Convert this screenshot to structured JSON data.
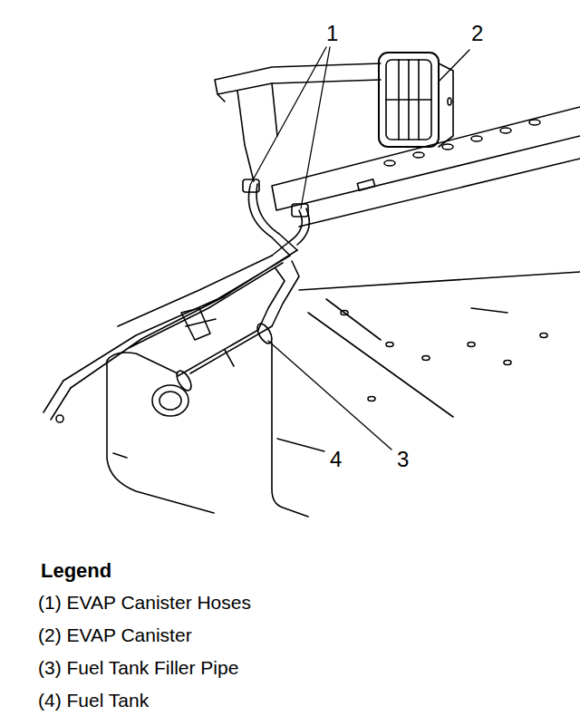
{
  "diagram": {
    "labels": [
      "1",
      "2",
      "3",
      "4",
      "Legend"
    ],
    "legend": [
      {
        "text": "(1) EVAP Canister Hoses"
      },
      {
        "text": "(2) EVAP Canister"
      },
      {
        "text": "(3) Fuel Tank Filler Pipe"
      },
      {
        "text": "(4) Fuel Tank"
      }
    ]
  }
}
